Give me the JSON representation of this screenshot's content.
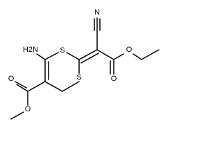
{
  "molecule": {
    "atoms": {
      "amino": "H2N",
      "ring_sulfur_left": "S",
      "ring_sulfur_right": "S",
      "nitrile_nitrogen": "N",
      "ester_carbonyl_oxygen_right": "O",
      "ester_ether_oxygen_right": "O",
      "ester_carbonyl_oxygen_left": "O",
      "ester_ether_oxygen_left": "O"
    }
  }
}
